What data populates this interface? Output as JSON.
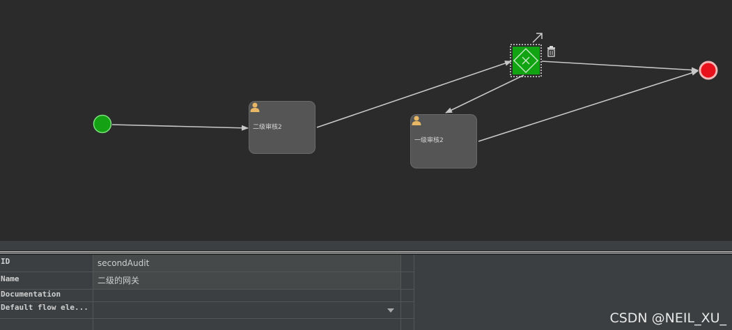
{
  "canvas": {
    "background": "#2b2b2b",
    "tasks": [
      {
        "id": "task-2",
        "label": "二级审核2"
      },
      {
        "id": "task-1",
        "label": "一级审核2"
      }
    ],
    "gateway": {
      "fill": "#12a312",
      "selected": true
    },
    "start_event": {
      "fill": "#14a114"
    },
    "end_event": {
      "fill": "#e8101a"
    },
    "toolbox": {
      "connect": "arrow-up-right-icon",
      "delete": "trash-icon"
    }
  },
  "properties": {
    "rows": [
      {
        "key": "ID",
        "value": "secondAudit"
      },
      {
        "key": "Name",
        "value": "二级的网关"
      },
      {
        "key": "Documentation",
        "value": ""
      },
      {
        "key": "Default flow ele...",
        "value": "",
        "dropdown": true
      },
      {
        "key": "",
        "value": ""
      }
    ]
  },
  "watermark": "CSDN @NEIL_XU_"
}
